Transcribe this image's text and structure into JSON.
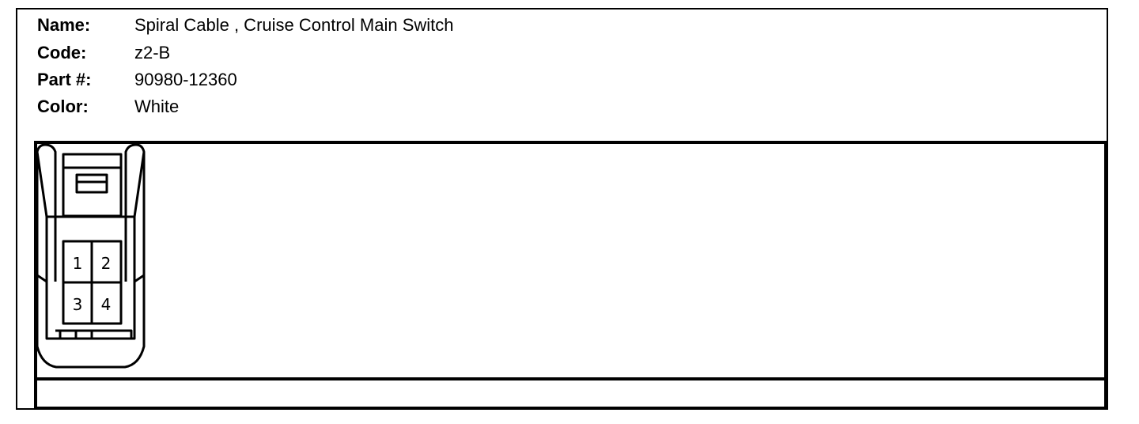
{
  "connector_info": {
    "name_label": "Name:",
    "name_value": "Spiral Cable , Cruise Control Main Switch",
    "code_label": "Code:",
    "code_value": "z2-B",
    "part_label": "Part #:",
    "part_value": "90980-12360",
    "color_label": "Color:",
    "color_value": "White"
  },
  "pins": [
    "1",
    "2",
    "3",
    "4"
  ]
}
